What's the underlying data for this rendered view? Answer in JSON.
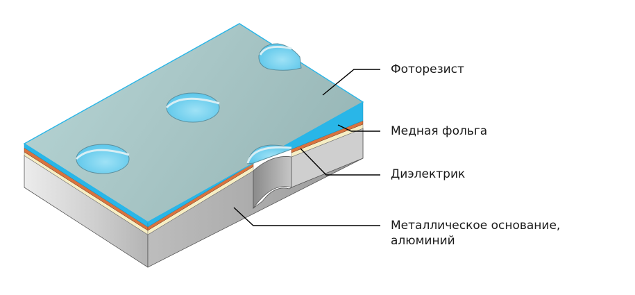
{
  "labels": {
    "photoresist": "Фоторезист",
    "copper_foil": "Медная фольга",
    "dielectric": "Диэлектрик",
    "base_line1": "Металлическое основание,",
    "base_line2": "алюминий"
  },
  "colors": {
    "photoresist_edge": "#29b6e8",
    "photoresist_top": "#a9c9c9",
    "copper": "#d9733f",
    "dielectric": "#f6eec4",
    "aluminum": "#d4d4d4",
    "hole": "#7fd4f0",
    "leader_line": "#000000"
  }
}
